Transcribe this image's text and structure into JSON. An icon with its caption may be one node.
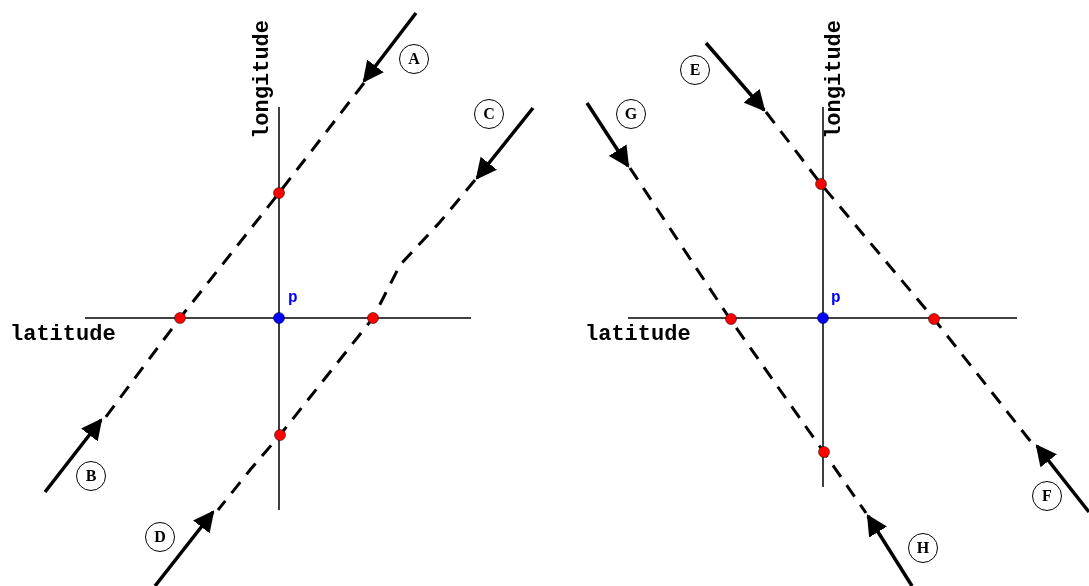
{
  "diagram": {
    "labels": [
      "longitude",
      "A",
      "C",
      "p",
      "latitude",
      "B",
      "D",
      "E",
      "longitude",
      "G",
      "p",
      "latitude",
      "F",
      "H"
    ]
  }
}
